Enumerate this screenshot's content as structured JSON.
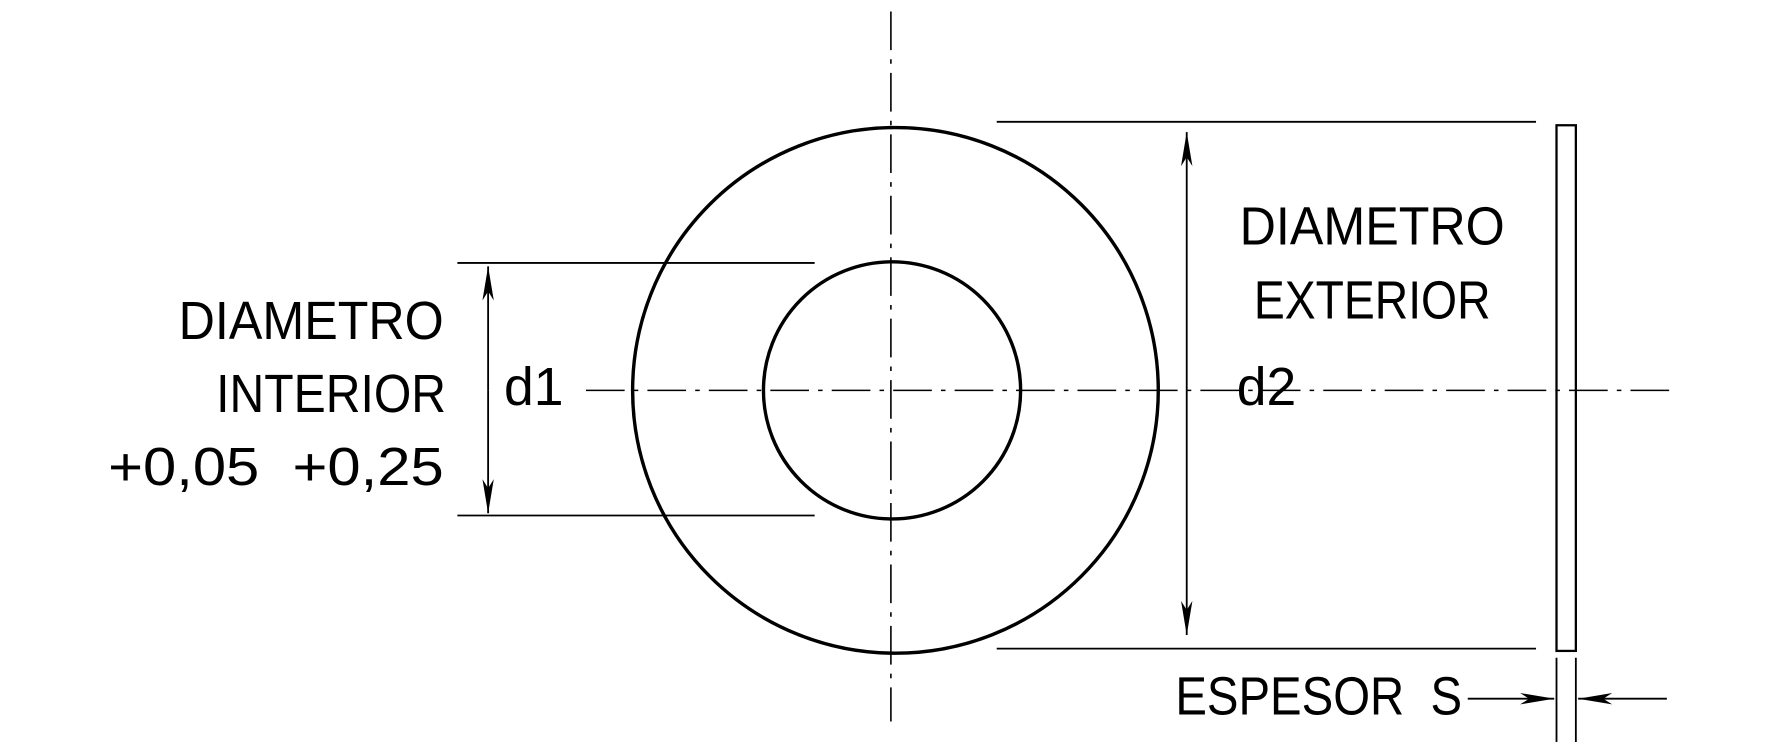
{
  "inner": {
    "label_line1": "DIAMETRO",
    "label_line2": "INTERIOR",
    "tolerance": "+0,05  +0,25",
    "symbol": "d1"
  },
  "outer": {
    "label_line1": "DIAMETRO",
    "label_line2": "EXTERIOR",
    "symbol": "d2"
  },
  "thickness": {
    "label": "ESPESOR  S"
  }
}
